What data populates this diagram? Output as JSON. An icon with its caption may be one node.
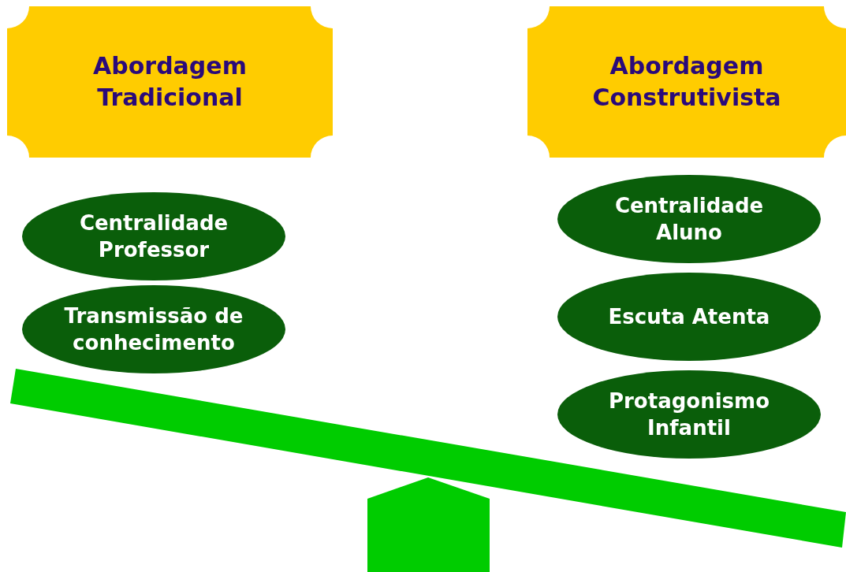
{
  "diagram": {
    "nodes": [
      {
        "text": [
          "Abordagem Tradicional"
        ]
      },
      {
        "text": [
          "Abordagem Construtivista"
        ]
      },
      {
        "text": [
          "Centralidade Professor"
        ]
      },
      {
        "text": [
          "Transmissão de conhecimento"
        ]
      },
      {
        "text": [
          "Centralidade Aluno"
        ]
      },
      {
        "text": [
          "Escuta Atenta"
        ]
      },
      {
        "text": [
          "Protagonismo Infantil"
        ]
      }
    ]
  }
}
